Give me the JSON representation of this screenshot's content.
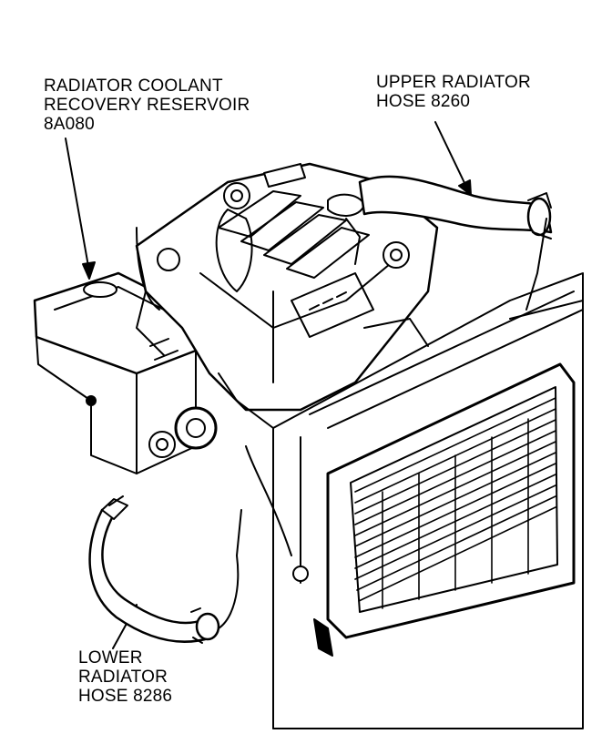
{
  "labels": {
    "reservoir": {
      "line1": "RADIATOR COOLANT",
      "line2": "RECOVERY RESERVOIR",
      "line3": "8A080"
    },
    "upper_hose": {
      "line1": "UPPER RADIATOR",
      "line2": "HOSE 8260"
    },
    "lower_hose": {
      "line1": "LOWER",
      "line2": "RADIATOR",
      "line3": "HOSE 8286"
    }
  },
  "colors": {
    "ink": "#000000",
    "paper": "#ffffff"
  }
}
